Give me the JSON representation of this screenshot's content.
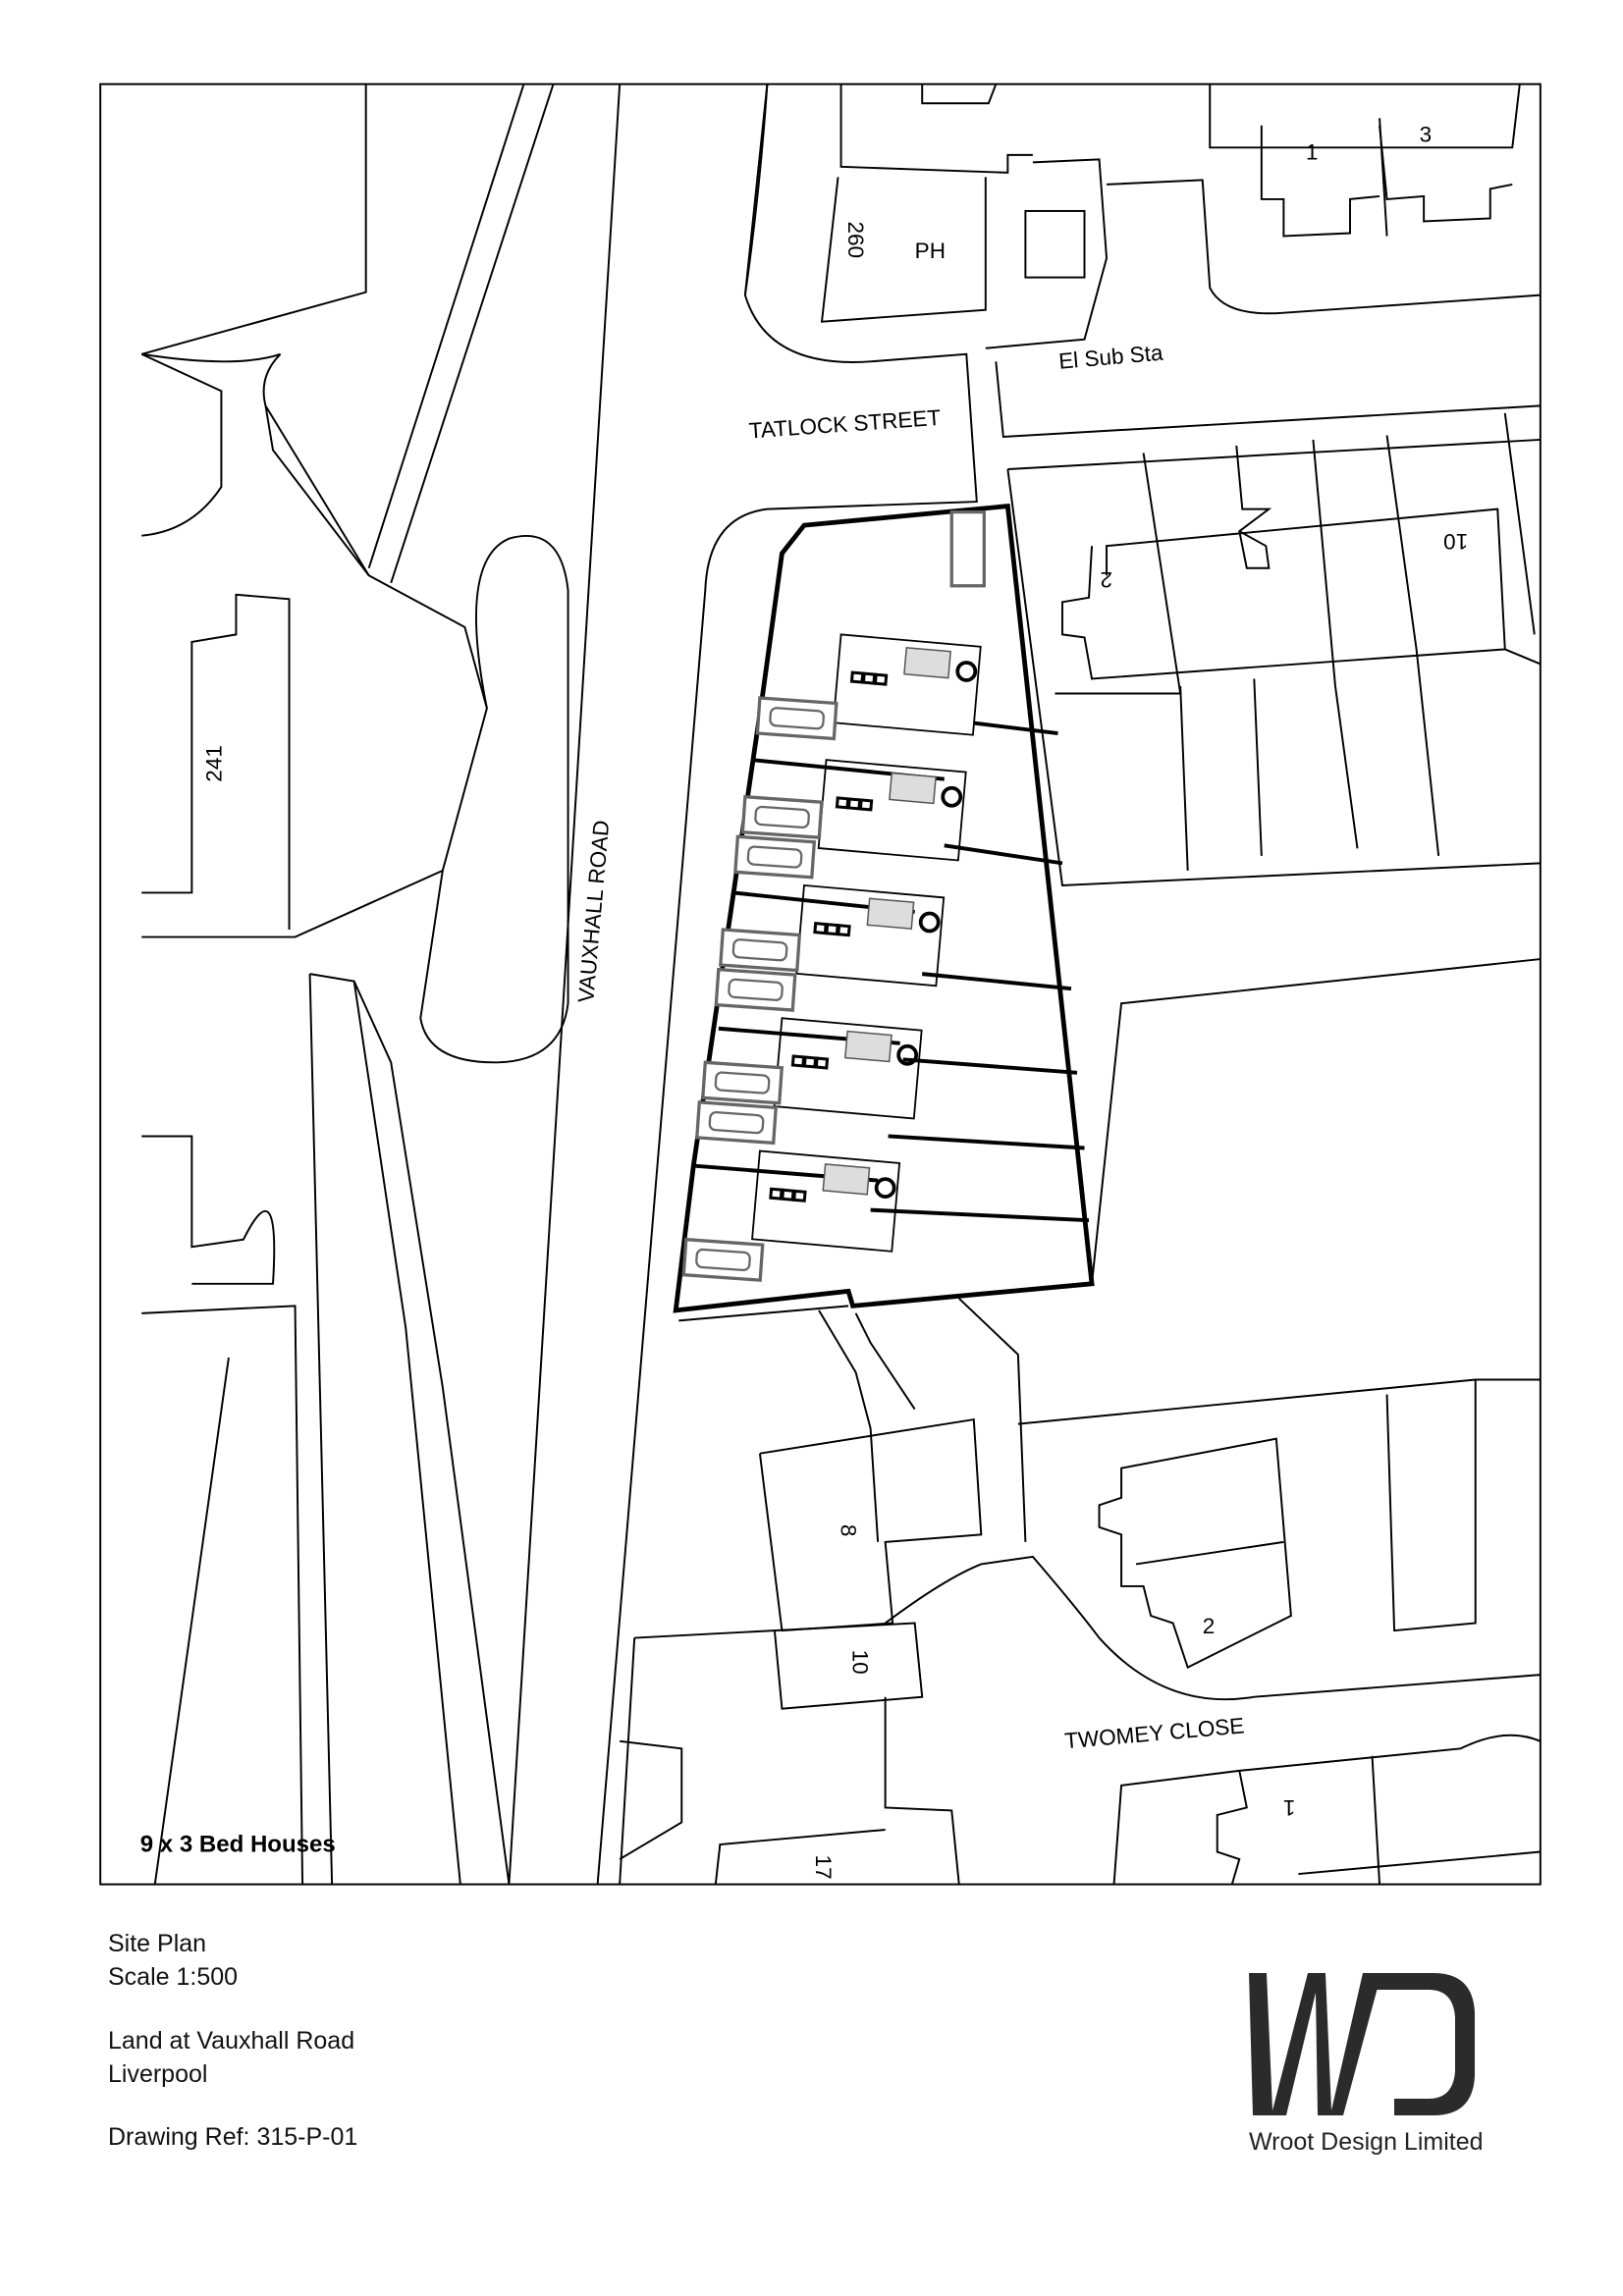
{
  "drawing": {
    "caption": "9 x 3 Bed Houses",
    "streets": {
      "tatlock": "TATLOCK STREET",
      "vauxhall": "VAUXHALL ROAD",
      "twomey": "TWOMEY CLOSE"
    },
    "labels": {
      "sub_station": "El Sub Sta",
      "ph": "PH",
      "no_260": "260",
      "no_241": "241",
      "no_1_top": "1",
      "no_3_top": "3",
      "no_2_right": "2",
      "no_10_right": "10",
      "no_8": "8",
      "no_10_bottom": "10",
      "no_2_bottom": "2",
      "no_1_bottom": "1",
      "no_17": "17"
    }
  },
  "title_block": {
    "line1": "Site Plan",
    "line2": "Scale 1:500",
    "line3": "Land at Vauxhall Road",
    "line4": "Liverpool",
    "line5": "Drawing Ref: 315-P-01"
  },
  "company": {
    "logo_text": "WD",
    "name": "Wroot Design Limited"
  },
  "colors": {
    "logo": "#2b2b2b",
    "line": "#000000",
    "site_detail": "#666666"
  }
}
